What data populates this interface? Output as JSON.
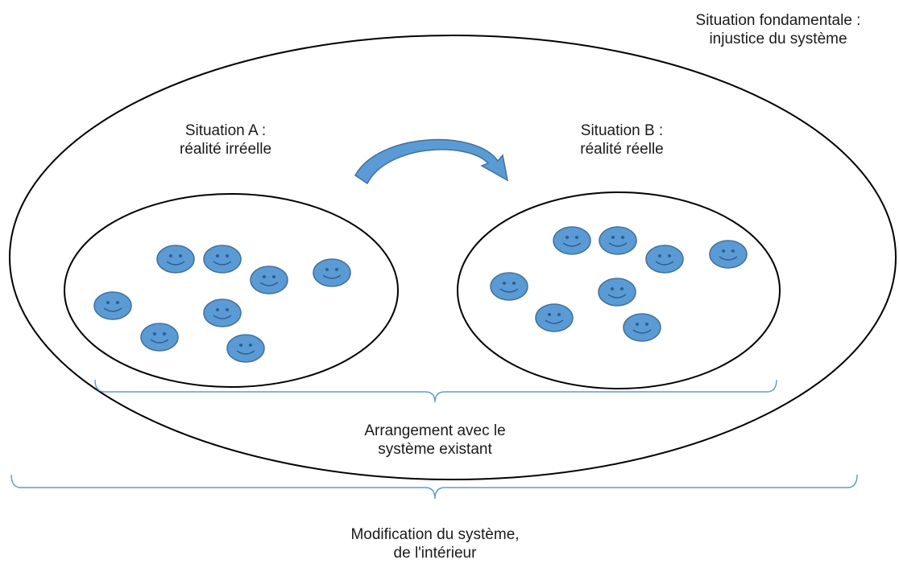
{
  "labels": {
    "fundamental": {
      "line1": "Situation fondamentale :",
      "line2": "injustice du système"
    },
    "situation_a": {
      "line1": "Situation A :",
      "line2": "réalité irréelle"
    },
    "situation_b": {
      "line1": "Situation B :",
      "line2": "réalité réelle"
    },
    "arrangement": {
      "line1": "Arrangement avec le",
      "line2": "système existant"
    },
    "modification": {
      "line1": "Modification du système,",
      "line2": "de l'intérieur"
    }
  },
  "colors": {
    "outline": "#000000",
    "smiley_fill": "#5b9bd5",
    "smiley_stroke": "#41719c",
    "brace": "#5b9bd5",
    "arrow_fill": "#5b9bd5"
  }
}
